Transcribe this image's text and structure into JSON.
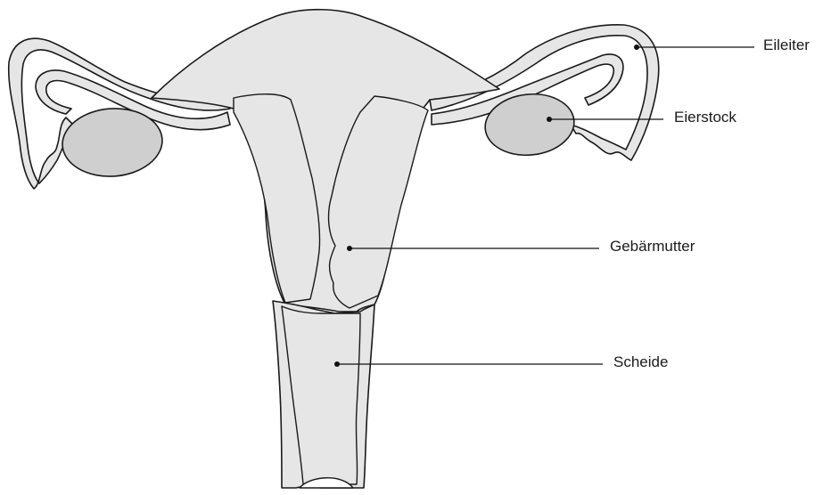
{
  "labels": {
    "eileiter": "Eileiter",
    "eierstock": "Eierstock",
    "gebaermutter": "Gebärmutter",
    "scheide": "Scheide"
  },
  "colors": {
    "tissue": "#e6e6e6",
    "ovary": "#cfcfcf",
    "outline": "#1a1a1a"
  }
}
